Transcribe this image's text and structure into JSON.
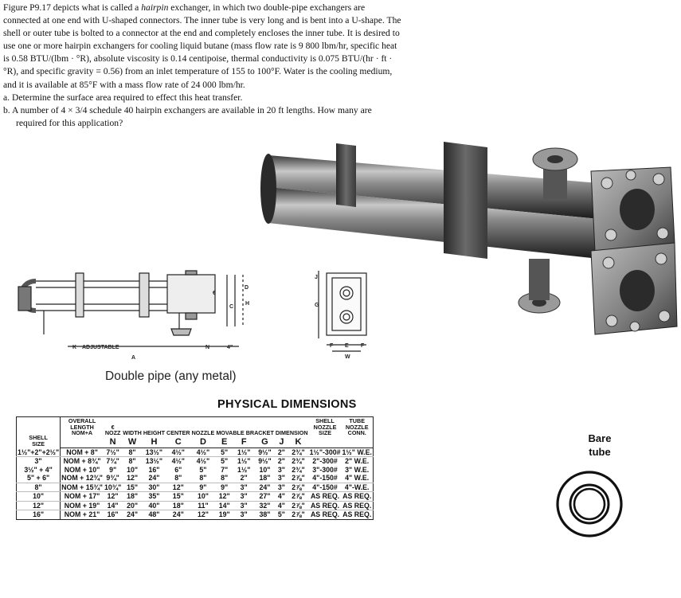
{
  "problem": {
    "intro": [
      {
        "t": "Figure P9.17 depicts what is called a "
      },
      {
        "t": "hairpin",
        "i": true
      },
      {
        "t": " exchanger, in which two double-pipe exchangers are connected at one end with U-shaped connectors. The inner tube is very long and is bent into a U-shape. The shell or outer tube is bolted to a connector at the end and completely encloses the inner tube. It is desired to use one or more hairpin exchangers for cooling liquid butane (mass flow rate is 9 800 lbm/hr, specific heat is 0.58 BTU/(lbm · °R), absolute viscosity is 0.14 centipoise, thermal conductivity is 0.075 BTU/(hr · ft · °R), and specific gravity = 0.56) from an inlet temperature of 155 to 100°F. Water is the cooling medium, and it is available at 85°F with a mass flow rate of 24 000 lbm/hr."
      }
    ],
    "part_a": "a.  Determine the surface area required to effect this heat transfer.",
    "part_b": "b.  A number of 4 × 3/4 schedule 40 hairpin exchangers are available in 20 ft lengths. How many are required for this application?"
  },
  "drawing": {
    "adjustable": "ADJUSTABLE",
    "labels": {
      "k": "K",
      "a": "A",
      "n": "N",
      "e_mark": "€",
      "four": "4\"",
      "c": "C",
      "h": "H",
      "d": "D",
      "j": "J",
      "g": "G",
      "f_left": "F",
      "e": "E",
      "f_right": "F",
      "w": "W"
    }
  },
  "caption": "Double pipe (any metal)",
  "table_title": "PHYSICAL DIMENSIONS",
  "table": {
    "head1": {
      "shell": [
        "SHELL",
        "SIZE"
      ],
      "overall": [
        "OVERALL",
        "LENGTH",
        "NOM+A"
      ],
      "nozz": [
        "€",
        "NOZZ"
      ],
      "width": "WIDTH",
      "height": "HEIGHT",
      "center": "CENTER",
      "nozzle": "NOZZLE",
      "movable": "MOVABLE BRACKET DIMENSION",
      "shell_nozzle": [
        "SHELL",
        "NOZZLE",
        "SIZE"
      ],
      "tube_nozzle": [
        "TUBE",
        "NOZZLE",
        "CONN."
      ]
    },
    "head2": [
      "N",
      "W",
      "H",
      "C",
      "D",
      "E",
      "F",
      "G",
      "J",
      "K"
    ],
    "rows": [
      [
        "1½\"+2\"+2½\"",
        "NOM + 8\"",
        "7½\"",
        "8\"",
        "13½\"",
        "4½\"",
        "4½\"",
        "5\"",
        "1½\"",
        "9½\"",
        "2\"",
        "2¾\"",
        "1½\"-300#",
        "1½\" W.E."
      ],
      [
        "3\"",
        "NOM + 8¾\"",
        "7¾\"",
        "8\"",
        "13½\"",
        "4½\"",
        "4½\"",
        "5\"",
        "1½\"",
        "9½\"",
        "2\"",
        "2¾\"",
        "2\"-300#",
        "2\" W.E."
      ],
      [
        "3½\" + 4\"",
        "NOM + 10\"",
        "9\"",
        "10\"",
        "16\"",
        "6\"",
        "5\"",
        "7\"",
        "1½\"",
        "10\"",
        "3\"",
        "2¾\"",
        "3\"-300#",
        "3\" W.E."
      ],
      [
        "5\" + 6\"",
        "NOM + 12¾\"",
        "9¾\"",
        "12\"",
        "24\"",
        "8\"",
        "8\"",
        "8\"",
        "2\"",
        "18\"",
        "3\"",
        "2⅞\"",
        "4\"-150#",
        "4\" W.E."
      ],
      [
        "8\"",
        "NOM + 15¾\"",
        "10¾\"",
        "15\"",
        "30\"",
        "12\"",
        "9\"",
        "9\"",
        "3\"",
        "24\"",
        "3\"",
        "2⅞\"",
        "4\"-150#",
        "4\"-W.E."
      ],
      [
        "10\"",
        "NOM + 17\"",
        "12\"",
        "18\"",
        "35\"",
        "15\"",
        "10\"",
        "12\"",
        "3\"",
        "27\"",
        "4\"",
        "2⅞\"",
        "AS REQ.",
        "AS REQ."
      ],
      [
        "12\"",
        "NOM + 19\"",
        "14\"",
        "20\"",
        "40\"",
        "18\"",
        "11\"",
        "14\"",
        "3\"",
        "32\"",
        "4\"",
        "2⅞\"",
        "AS REQ.",
        "AS REQ."
      ],
      [
        "16\"",
        "NOM + 21\"",
        "16\"",
        "24\"",
        "48\"",
        "24\"",
        "12\"",
        "19\"",
        "3\"",
        "38\"",
        "5\"",
        "2⅞\"",
        "AS REQ.",
        "AS REQ."
      ]
    ]
  },
  "bare_tube": [
    "Bare",
    "tube"
  ]
}
